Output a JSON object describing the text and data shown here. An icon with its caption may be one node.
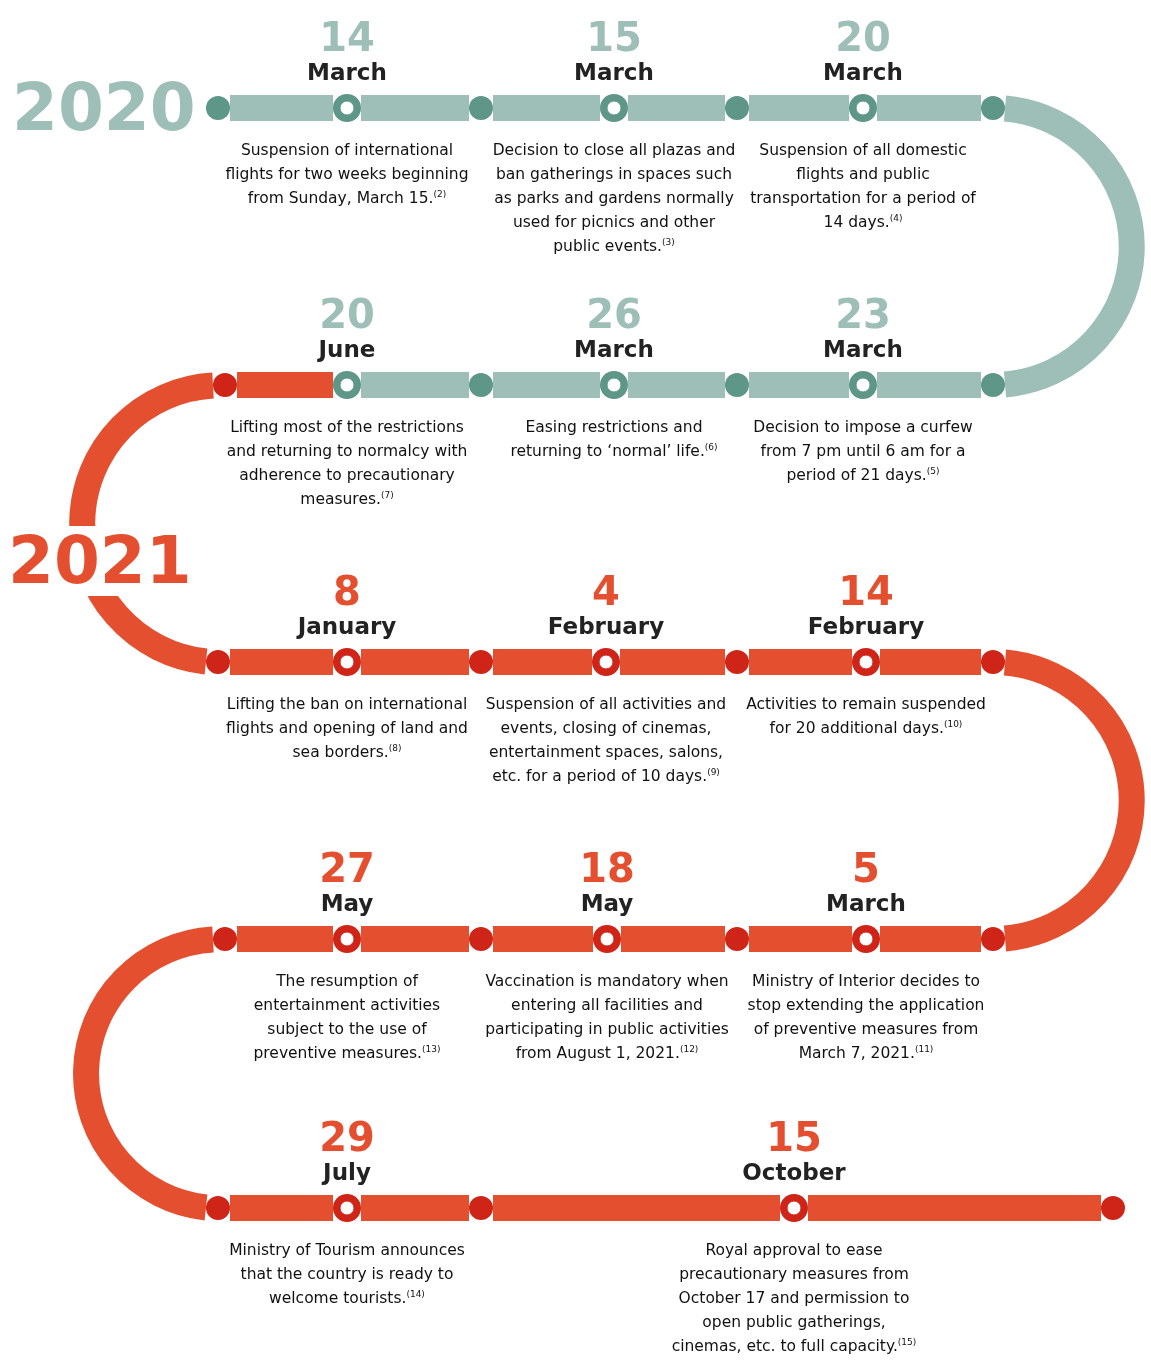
{
  "diagram": {
    "nodes": [
      {
        "text": [],
        "shape": "circle"
      },
      {
        "text": [
          "14",
          "March",
          "Suspension of international flights for two weeks beginning from Sunday, March 15.$^{(2)}$"
        ]
      },
      {
        "text": [],
        "shape": "circle"
      },
      {
        "text": [
          "15",
          "March",
          "Decision to close all plazas and ban gatherings in spaces such as parks and gardens normally used for picnics and other public events.$^{(3)}$"
        ]
      },
      {
        "text": [],
        "shape": "circle"
      },
      {
        "text": [
          "20",
          "March",
          "Suspension of all domestic flights and public transportation for a period of 14 days.$^{(4)}$"
        ]
      },
      {
        "text": [],
        "shape": "circle"
      },
      {
        "text": [],
        "shape": "circle"
      },
      {
        "text": [
          "23",
          "March",
          "Decision to impose a curfew from 7 pm until 6 am for a period of 21 days.$^{(5)}$"
        ]
      },
      {
        "text": [],
        "shape": "circle"
      },
      {
        "text": [
          "26",
          "March",
          "Easing restrictions and returning to ‘normal’ life.$^{(6)}$"
        ]
      },
      {
        "text": [],
        "shape": "circle"
      },
      {
        "text": [
          "20",
          "June",
          "Lifting most of the restrictions and returning to normalcy with adherence to precautionary measures.$^{(7)}$"
        ]
      },
      {
        "text": [],
        "shape": "circle"
      },
      {
        "text": [],
        "shape": "circle"
      },
      {
        "text": [
          "8",
          "January",
          "Lifting the ban on international flights and opening of land and sea borders.$^{(8)}$"
        ]
      },
      {
        "text": [],
        "shape": "circle"
      },
      {
        "text": [
          "4",
          "February",
          "Suspension of all activities and events, closing of cinemas, entertainment spaces, salons, etc. for a period of 10 days.$^{(9)}$"
        ]
      },
      {
        "text": [],
        "shape": "circle"
      },
      {
        "text": [
          "14",
          "February",
          "Activities to remain suspended for 20 additional days.$^{(10)}$"
        ]
      },
      {
        "text": [],
        "shape": "circle"
      },
      {
        "text": [],
        "shape": "circle"
      },
      {
        "text": [
          "5",
          "March",
          "Ministry of Interior decides to stop extending the application of preventive measures from March 7, 2021.$^{(11)}$"
        ]
      },
      {
        "text": [],
        "shape": "circle"
      },
      {
        "text": [
          "18",
          "May",
          "Vaccination is mandatory when entering all facilities and participating in public activities from August 1, 2021.$^{(12)}$"
        ]
      },
      {
        "text": [],
        "shape": "circle"
      },
      {
        "text": [
          "27",
          "May",
          "The resumption of entertainment activities subject to the use of preventive measures.$^{(13)}$"
        ]
      },
      {
        "text": [],
        "shape": "circle"
      },
      {
        "text": [],
        "shape": "circle"
      },
      {
        "text": [
          "29",
          "July",
          "Ministry of Tourism announces that the country is ready to welcome tourists.$^{(14)}$"
        ]
      },
      {
        "text": [],
        "shape": "circle"
      },
      {
        "text": [
          "15",
          "October",
          "Royal approval to ease precautionary measures from October 17 and permission to open public gatherings, cinemas, etc. to full capacity.$^{(15)}$"
        ]
      },
      {
        "text": [],
        "shape": "circle"
      }
    ],
    "edges": [
      {
        "from": 0,
        "to": 1,
        "arrow": "none",
        "color": "#9dbfb8"
      },
      {
        "from": 1,
        "to": 2,
        "arrow": "none",
        "color": "#9dbfb8"
      },
      {
        "from": 2,
        "to": 3,
        "arrow": "none",
        "color": "#9dbfb8"
      },
      {
        "from": 3,
        "to": 4,
        "arrow": "none",
        "color": "#9dbfb8"
      },
      {
        "from": 4,
        "to": 5,
        "arrow": "none",
        "color": "#9dbfb8"
      },
      {
        "from": 5,
        "to": 6,
        "arrow": "none",
        "color": "#9dbfb8"
      },
      {
        "from": 6,
        "to": 7,
        "arrow": "none",
        "color": "#9dbfb8"
      },
      {
        "from": 7,
        "to": 8,
        "arrow": "none",
        "color": "#9dbfb8"
      },
      {
        "from": 8,
        "to": 9,
        "arrow": "none",
        "color": "#9dbfb8"
      },
      {
        "from": 9,
        "to": 10,
        "arrow": "none",
        "color": "#9dbfb8"
      },
      {
        "from": 10,
        "to": 11,
        "arrow": "none",
        "color": "#9dbfb8"
      },
      {
        "from": 11,
        "to": 12,
        "arrow": "none",
        "color": "#9dbfb8"
      },
      {
        "from": 12,
        "to": 13,
        "arrow": "none"
      },
      {
        "from": 13,
        "to": 14,
        "arrow": "none"
      },
      {
        "from": 14,
        "to": 15,
        "arrow": "none"
      },
      {
        "from": 15,
        "to": 16,
        "arrow": "none"
      },
      {
        "from": 16,
        "to": 17,
        "arrow": "none"
      },
      {
        "from": 17,
        "to": 18,
        "arrow": "none"
      },
      {
        "from": 18,
        "to": 19,
        "arrow": "none"
      },
      {
        "from": 19,
        "to": 20,
        "arrow": "none"
      },
      {
        "from": 20,
        "to": 21,
        "arrow": "none"
      },
      {
        "from": 21,
        "to": 22,
        "arrow": "none"
      },
      {
        "from": 22,
        "to": 23,
        "arrow": "none"
      },
      {
        "from": 23,
        "to": 24,
        "arrow": "none"
      },
      {
        "from": 24,
        "to": 25,
        "arrow": "none"
      },
      {
        "from": 25,
        "to": 26,
        "arrow": "none"
      },
      {
        "from": 26,
        "to": 27,
        "arrow": "none"
      },
      {
        "from": 27,
        "to": 28,
        "arrow": "none"
      },
      {
        "from": 28,
        "to": 29,
        "arrow": "none"
      },
      {
        "from": 29,
        "to": 30,
        "arrow": "none"
      },
      {
        "from": 30,
        "to": 31,
        "arrow": "none"
      },
      {
        "from": 31,
        "to": 32,
        "arrow": "none"
      }
    ],
    "labels": [
      "2020",
      "2021"
    ]
  }
}
